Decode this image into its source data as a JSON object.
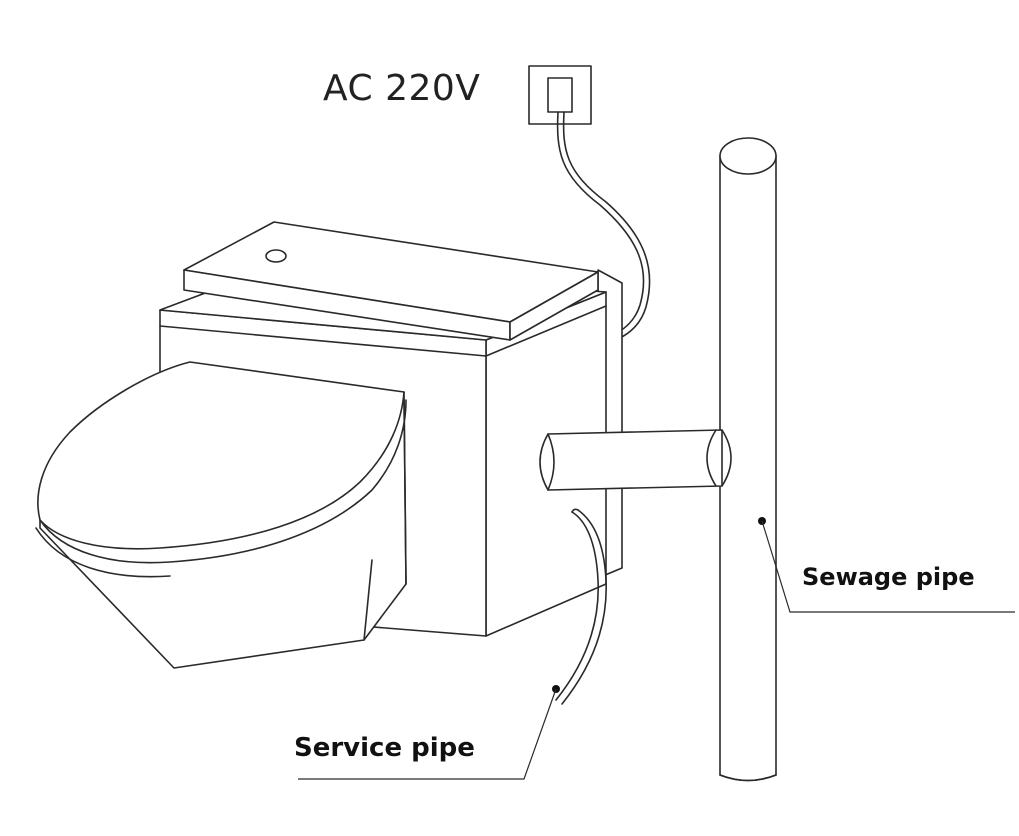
{
  "labels": {
    "power": "AC 220V",
    "sewage_pipe": "Sewage pipe",
    "service_pipe": "Service pipe"
  }
}
